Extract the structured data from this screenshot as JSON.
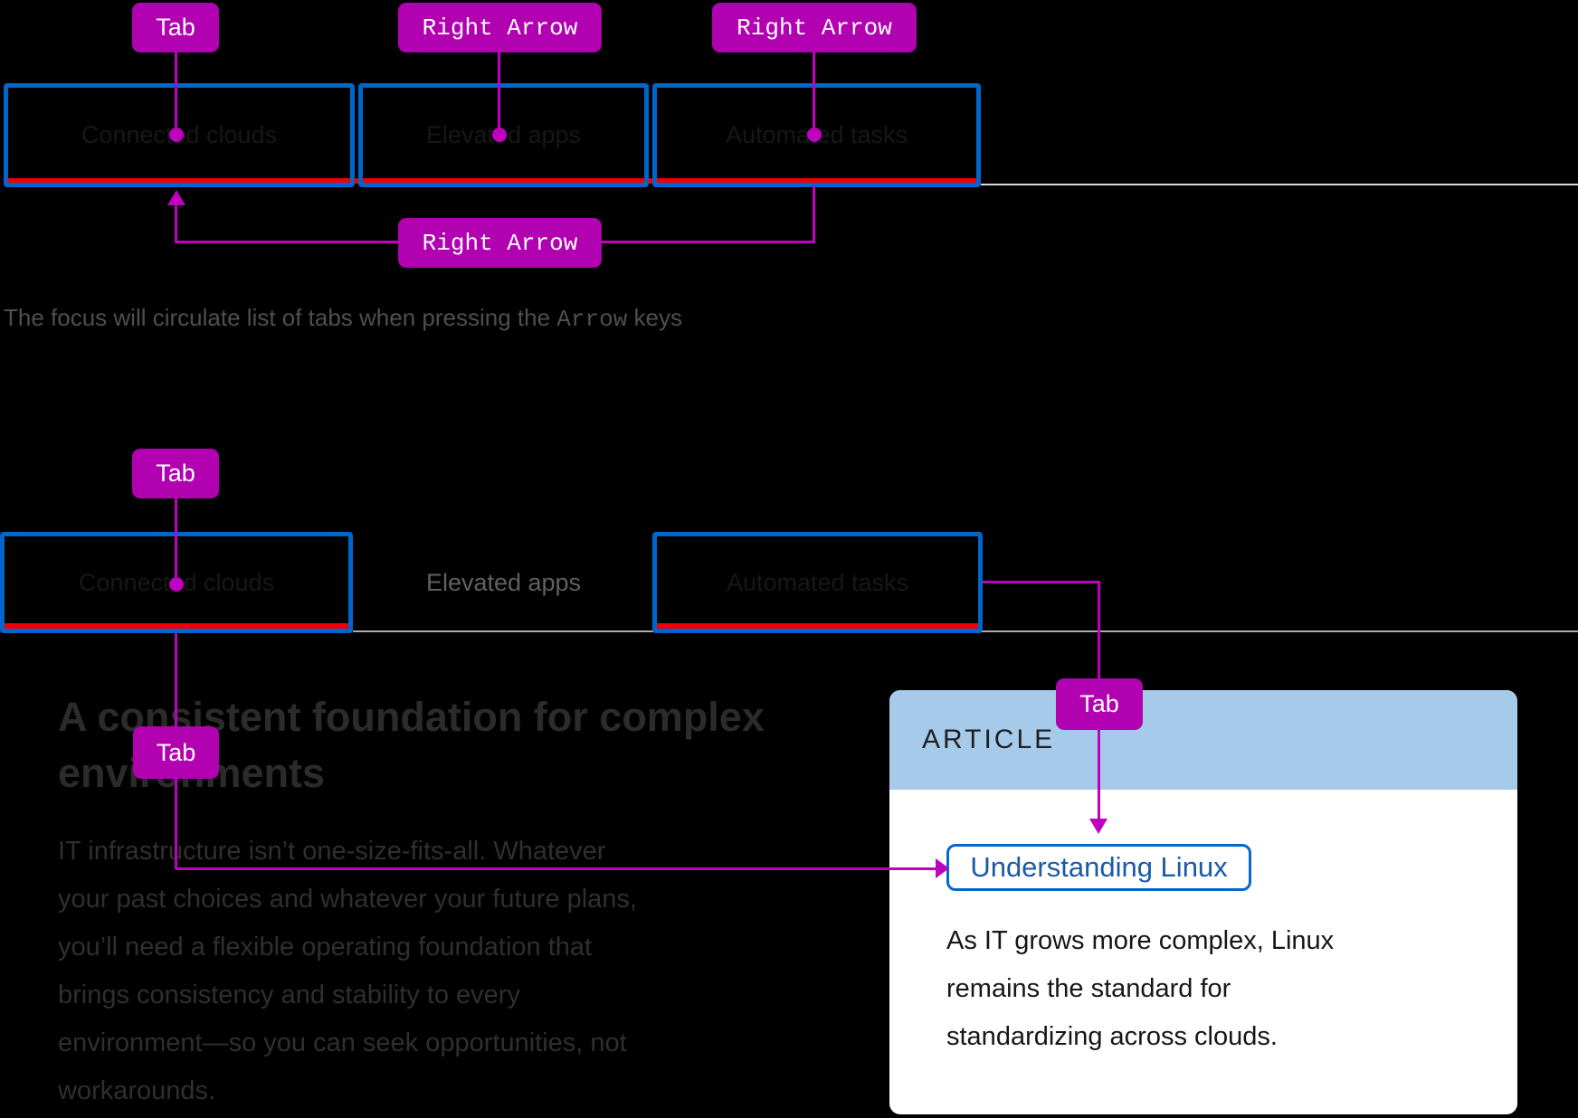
{
  "colors": {
    "background": "#000000",
    "key-bg": "#b101b1",
    "key-text": "#ffffff",
    "line": "#bf00bf",
    "tab-border": "#0066cc",
    "tab-underline": "#ee0000",
    "row1-divider": "#d9d9d9",
    "row2-divider": "#aeaeae",
    "tab-text-dim": "#171717",
    "tab-text-muted": "#606060",
    "caption-text": "#4f4f4f",
    "heading-text": "#2b2b2b",
    "body-text": "#2f2f2f",
    "card-bg": "#ffffff",
    "card-header-bg": "#a6cae9",
    "card-text": "#161616",
    "link-text": "#1a5aa7",
    "link-border": "#0667cc"
  },
  "keys": {
    "tab": "Tab",
    "right_arrow": "Right Arrow"
  },
  "diagram1": {
    "tabs": [
      "Connected clouds",
      "Elevated apps",
      "Automated tasks"
    ],
    "caption": {
      "pre": "The focus will circulate list of tabs when pressing the ",
      "mono": "Arrow",
      "post": " keys"
    }
  },
  "diagram2": {
    "tabs": [
      "Connected clouds",
      "Elevated apps",
      "Automated tasks"
    ],
    "heading_lines": [
      "A consistent foundation for complex",
      "environments"
    ],
    "paragraph_lines": [
      "IT infrastructure isn’t one-size-fits-all. Whatever",
      "your past choices and whatever your future plans,",
      "you’ll need a flexible operating foundation that",
      "brings consistency and stability to every",
      "environment—so you can seek opportunities, not",
      "workarounds."
    ],
    "card": {
      "eyebrow": "ARTICLE",
      "link": "Understanding Linux",
      "body_lines": [
        "As IT grows more complex, Linux",
        "remains the standard for",
        "standardizing across clouds."
      ]
    }
  }
}
